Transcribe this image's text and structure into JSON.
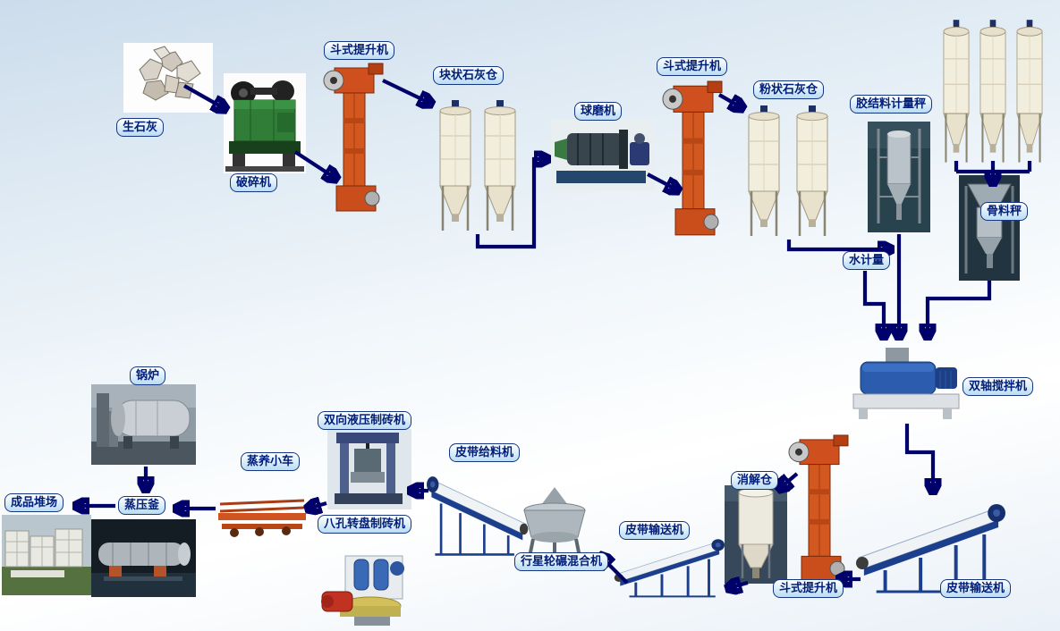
{
  "diagram": {
    "type": "process-flow",
    "language": "zh-CN",
    "subject": "sand-lime brick production line flow",
    "nodes": {
      "quicklime": "生石灰",
      "crusher": "破碎机",
      "bucket_elevator_1": "斗式提升机",
      "lump_lime_silo": "块状石灰仓",
      "ball_mill": "球磨机",
      "bucket_elevator_2": "斗式提升机",
      "powder_lime_silo": "粉状石灰仓",
      "binder_scale": "胶结料计量秤",
      "aggregate_scale": "骨料秤",
      "water_meter": "水计量",
      "double_shaft_mixer": "双轴搅拌机",
      "digestion_silo": "消解仓",
      "bucket_elevator_3": "斗式提升机",
      "belt_conveyor_1": "皮带输送机",
      "belt_conveyor_2": "皮带输送机",
      "planetary_mixer": "行星轮碾混合机",
      "belt_feeder": "皮带给料机",
      "hydraulic_brick_press": "双向液压制砖机",
      "rotary_brick_press": "八孔转盘制砖机",
      "steam_curing_cart": "蒸养小车",
      "autoclave": "蒸压釜",
      "boiler": "锅炉",
      "product_yard": "成品堆场"
    },
    "connections": [
      {
        "from": "quicklime",
        "to": "crusher"
      },
      {
        "from": "crusher",
        "to": "bucket_elevator_1"
      },
      {
        "from": "bucket_elevator_1",
        "to": "lump_lime_silo"
      },
      {
        "from": "lump_lime_silo",
        "to": "ball_mill"
      },
      {
        "from": "ball_mill",
        "to": "bucket_elevator_2"
      },
      {
        "from": "bucket_elevator_2",
        "to": "powder_lime_silo"
      },
      {
        "from": "powder_lime_silo",
        "to": "binder_scale"
      },
      {
        "from": "binder_scale",
        "to": "double_shaft_mixer"
      },
      {
        "from": "water_meter",
        "to": "double_shaft_mixer"
      },
      {
        "from": "aggregate_silos",
        "to": "aggregate_scale"
      },
      {
        "from": "aggregate_scale",
        "to": "double_shaft_mixer"
      },
      {
        "from": "double_shaft_mixer",
        "to": "belt_conveyor_1"
      },
      {
        "from": "belt_conveyor_1",
        "to": "bucket_elevator_3"
      },
      {
        "from": "bucket_elevator_3",
        "to": "digestion_silo"
      },
      {
        "from": "digestion_silo",
        "to": "belt_conveyor_2"
      },
      {
        "from": "belt_conveyor_2",
        "to": "planetary_mixer"
      },
      {
        "from": "belt_feeder",
        "to": "hydraulic_brick_press"
      },
      {
        "from": "hydraulic_brick_press",
        "to": "steam_curing_cart"
      },
      {
        "from": "steam_curing_cart",
        "to": "autoclave"
      },
      {
        "from": "boiler",
        "to": "autoclave"
      },
      {
        "from": "autoclave",
        "to": "product_yard"
      }
    ],
    "colors": {
      "arrow": "#00006a",
      "label_border": "#16377f",
      "label_background": "#d9ecfa",
      "label_text": "#001d78",
      "elevator_orange": "#d2511e",
      "silo_cream": "#f2eedd",
      "conveyor_blue": "#1c3f8d",
      "crusher_green": "#2f7d36",
      "mixer_blue": "#2b5cae"
    }
  }
}
